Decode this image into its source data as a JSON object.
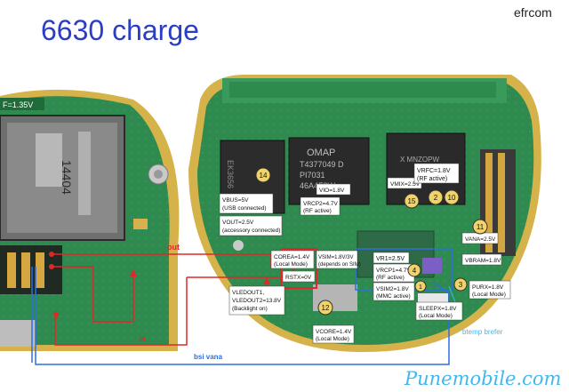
{
  "header": {
    "title": "6630 charge",
    "brand": "efrcom"
  },
  "watermark": "Punemobile.com",
  "left_board": {
    "voltage_tag": "F=1.35V",
    "chip_marking": "14404"
  },
  "chips": {
    "omap": {
      "line1": "OMAP",
      "line2": "T4377049 D",
      "line3": "PI7031",
      "line4": "46A4F8W"
    },
    "right_chip": {
      "line1": "X MNZOPW"
    },
    "left_chip": {
      "line1": "EK3656"
    }
  },
  "callouts": {
    "vbus": {
      "line1": "VBUS=5V",
      "line2": "(USB connected)"
    },
    "vout": {
      "line1": "VOUT=2.5V",
      "line2": "(accessory connected)"
    },
    "vio": "VIO=1.8V",
    "vrcp2": {
      "line1": "VRCP2=4.7V",
      "line2": "(RF active)"
    },
    "vmix": "VMIX=2.5V",
    "vrfc": {
      "line1": "VRFC=1.8V",
      "line2": "(RF active)"
    },
    "vana": "VANA=2.5V",
    "vbram": "VBRAM=1.8V",
    "vr1": "VR1=2.5V",
    "vrcp1": {
      "line1": "VRCP1=4.7V",
      "line2": "(RF active)"
    },
    "vsim2": {
      "line1": "VSIM2=1.8V",
      "line2": "(MMC active)"
    },
    "purx": {
      "line1": "PURX=1.8V",
      "line2": "(Local Mode)"
    },
    "sleepx": {
      "line1": "SLEEPX=1.8V",
      "line2": "(Local Mode)"
    },
    "vcore": {
      "line1": "VCORE=1.4V",
      "line2": "(Local Mode)"
    },
    "vledout": {
      "line1": "VLEDOUT1,",
      "line2": "VLEDOUT2=13.8V",
      "line3": "(Backlight on)"
    },
    "corea": {
      "line1": "COREA=1.4V",
      "line2": "(Local Mode)"
    },
    "vsim": {
      "line1": "VSIM=1.8V/3V",
      "line2": "(depends on SIM)"
    },
    "rstx": "RSTX=0V"
  },
  "numbers": [
    "14",
    "15",
    "2",
    "10",
    "11",
    "4",
    "3",
    "1",
    "12"
  ],
  "wire_labels": {
    "out": "out",
    "in": "in",
    "bsi": "bsi vana",
    "btemp": "btemp brefer"
  },
  "colors": {
    "title": "#2a3ec4",
    "board": "#2e8a4e",
    "board_edge": "#d8c06a",
    "wire_red": "#e02828",
    "wire_blue": "#2d6fe0",
    "callout_fill": "#ffffff",
    "watermark": "#3fb7f0"
  }
}
